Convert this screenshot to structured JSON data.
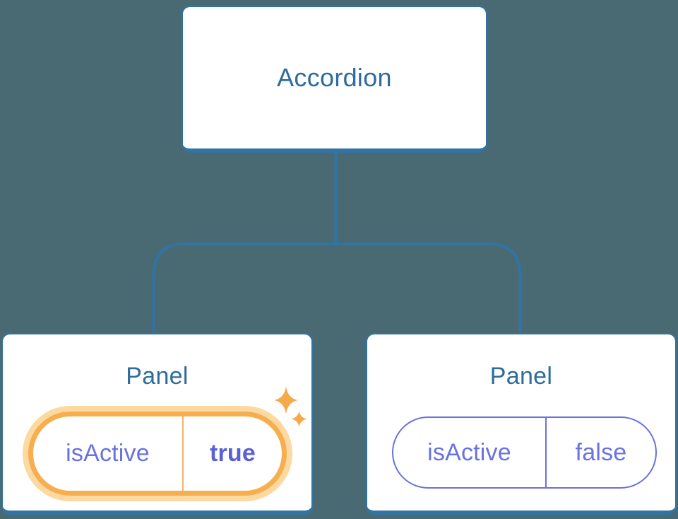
{
  "colors": {
    "background": "#4a6a73",
    "line_blue": "#3173a2",
    "text_blue": "#2d6c9b",
    "card_bg": "#ffffff",
    "purple": "#6a72df",
    "purple_bold": "#5a5fd6",
    "orange": "#f6ae4e",
    "orange_halo": "#fbd9a1",
    "orange_star": "#f6a948",
    "orange_divider": "#f2b469"
  },
  "tree": {
    "root": {
      "label": "Accordion"
    },
    "children": [
      {
        "label": "Panel",
        "prop_name": "isActive",
        "prop_value": "true",
        "state": "active",
        "icon": "sparkles-icon"
      },
      {
        "label": "Panel",
        "prop_name": "isActive",
        "prop_value": "false",
        "state": "inactive"
      }
    ]
  }
}
